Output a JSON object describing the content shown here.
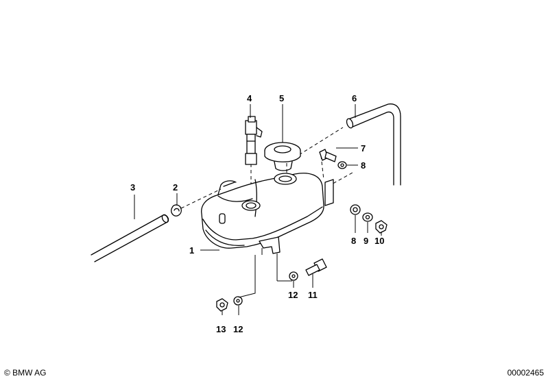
{
  "part_labels": {
    "p1": "1",
    "p2": "2",
    "p3": "3",
    "p4": "4",
    "p5": "5",
    "p6": "6",
    "p7": "7",
    "p8a": "8",
    "p8b": "8",
    "p9": "9",
    "p10": "10",
    "p11": "11",
    "p12a": "12",
    "p12b": "12",
    "p13": "13"
  },
  "footer": {
    "copyright": "© BMW AG",
    "diagram_code": "00002465"
  }
}
